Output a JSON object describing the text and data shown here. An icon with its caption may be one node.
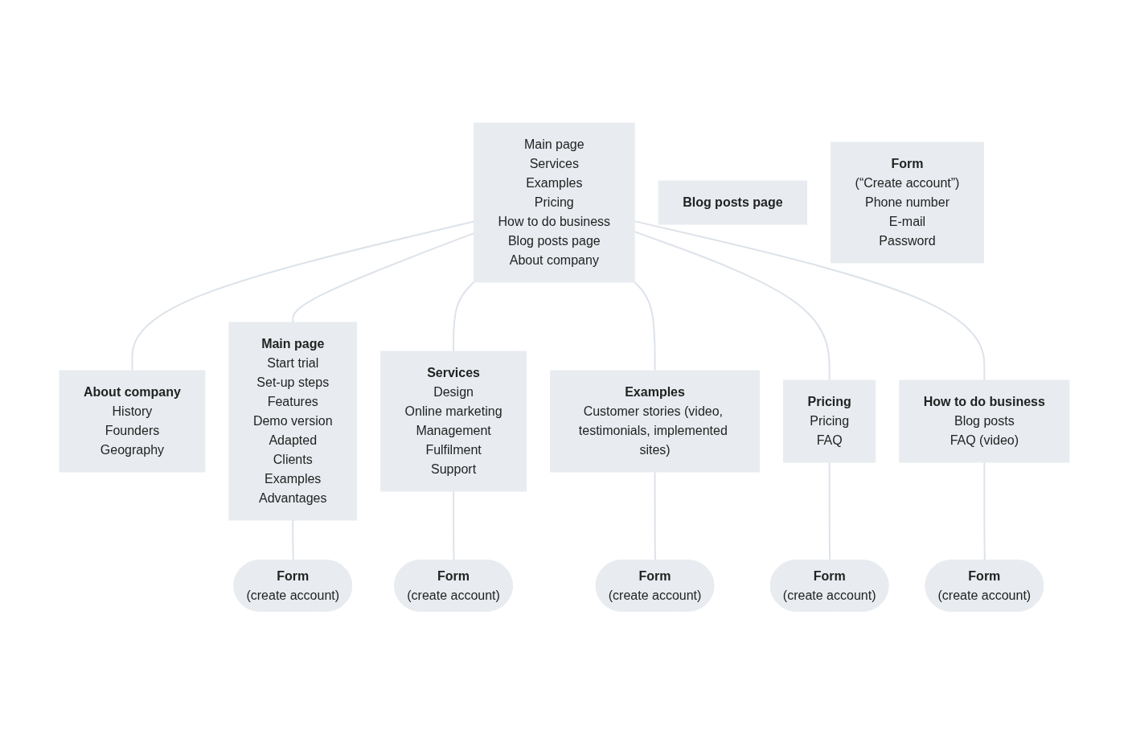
{
  "diagram": {
    "nodes": [
      {
        "text": [
          "Main page",
          "Services",
          "Examples",
          "Pricing",
          "How to do business",
          "Blog posts page",
          "About company"
        ]
      },
      {
        "text": [
          "About company",
          "History",
          "Founders",
          "Geography"
        ]
      },
      {
        "text": [
          "Main page",
          "Start trial",
          "Set-up steps",
          "Features",
          "Demo version",
          "Adapted",
          "Clients",
          "Examples",
          "Advantages"
        ]
      },
      {
        "text": [
          "Form",
          "(create account)"
        ]
      },
      {
        "text": [
          "Services",
          "Design",
          "Online marketing",
          "Management",
          "Fulfilment",
          "Support"
        ]
      },
      {
        "text": [
          "Form",
          "(create account)"
        ]
      },
      {
        "text": [
          "Examples",
          "Customer stories (video, testimonials, implemented sites)"
        ]
      },
      {
        "text": [
          "Form",
          "(create account)"
        ]
      },
      {
        "text": [
          "Pricing",
          "Pricing",
          "FAQ"
        ]
      },
      {
        "text": [
          "Form",
          "(create account)"
        ]
      },
      {
        "text": [
          "How to do business",
          "Blog posts",
          "FAQ (video)"
        ]
      },
      {
        "text": [
          "Form",
          "(create account)"
        ]
      },
      {
        "text": [
          "Blog posts page"
        ]
      },
      {
        "text": [
          "Form",
          "(“Create account”)",
          "Phone number",
          "E-mail",
          "Password"
        ]
      }
    ],
    "edges": [
      {
        "from": 0,
        "to": 1,
        "arrow": "none"
      },
      {
        "from": 0,
        "to": 2,
        "arrow": "none"
      },
      {
        "from": 0,
        "to": 4,
        "arrow": "none"
      },
      {
        "from": 0,
        "to": 6,
        "arrow": "none"
      },
      {
        "from": 0,
        "to": 8,
        "arrow": "none"
      },
      {
        "from": 0,
        "to": 10,
        "arrow": "none"
      },
      {
        "from": 2,
        "to": 3,
        "arrow": "none"
      },
      {
        "from": 4,
        "to": 5,
        "arrow": "none"
      },
      {
        "from": 6,
        "to": 7,
        "arrow": "none"
      },
      {
        "from": 8,
        "to": 9,
        "arrow": "none"
      },
      {
        "from": 10,
        "to": 11,
        "arrow": "none"
      }
    ]
  }
}
